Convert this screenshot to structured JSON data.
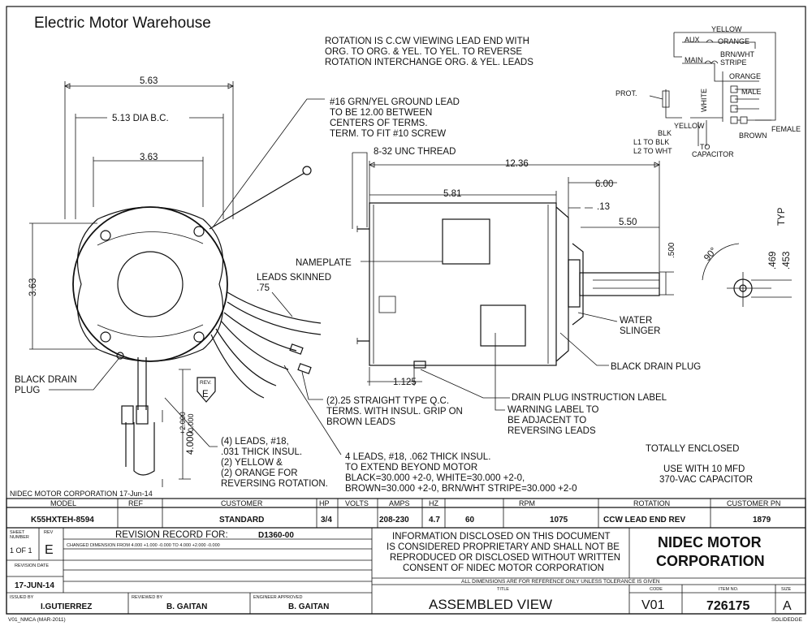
{
  "header": {
    "title": "Electric Motor Warehouse"
  },
  "rotation_note": [
    "ROTATION IS C.CW VIEWING LEAD END WITH",
    "ORG. TO ORG. & YEL. TO YEL. TO REVERSE",
    "ROTATION INTERCHANGE ORG. & YEL. LEADS"
  ],
  "wiring": {
    "yellow": "YELLOW",
    "aux": "AUX",
    "orange1": "ORANGE",
    "main": "MAIN",
    "brn_wht": "BRN/WHT",
    "stripe": "STRIPE",
    "orange2": "ORANGE",
    "male": "MALE",
    "prot": "PROT.",
    "white": "WHITE",
    "yellow2": "YELLOW",
    "blk": "BLK",
    "l1": "L1 TO BLK",
    "l2": "L2 TO WHT",
    "female": "FEMALE",
    "brown": "BROWN",
    "to": "TO",
    "capacitor": "CAPACITOR"
  },
  "end_view": {
    "dim_563": "5.63",
    "dim_513": "5.13 DIA B.C.",
    "dim_363h": "3.63",
    "dim_363v": "3.63",
    "ground_note": [
      "#16 GRN/YEL GROUND LEAD",
      "TO BE 12.00 BETWEEN",
      "CENTERS OF TERMS.",
      "TERM. TO FIT #10 SCREW"
    ],
    "leads_skinned": "LEADS SKINNED",
    "leads_skinned_dim": ".75",
    "drain_plug": [
      "BLACK DRAIN",
      "PLUG"
    ],
    "rev_label": "REV.",
    "rev_letter": "E",
    "tol_plus": "+2.000",
    "tol_minus": "-0.000",
    "dim_4000": "4.000",
    "leads4_note": [
      "(4) LEADS, #18,",
      ".031 THICK INSUL.",
      "(2) YELLOW &",
      "(2) ORANGE FOR",
      "REVERSING ROTATION."
    ],
    "qc_note": [
      "(2).25 STRAIGHT TYPE Q.C.",
      "TERMS. WITH INSUL. GRIP ON",
      "BROWN LEADS"
    ],
    "leads062_note": [
      "4 LEADS, #18, .062 THICK INSUL.",
      "TO EXTEND BEYOND MOTOR",
      "BLACK=30.000 +2-0, WHITE=30.000 +2-0,",
      "BROWN=30.000 +2-0, BRN/WHT STRIPE=30.000 +2-0"
    ]
  },
  "side_view": {
    "thread": "8-32 UNC THREAD",
    "dim_1236": "12.36",
    "dim_600": "6.00",
    "dim_581": "5.81",
    "dim_013": ".13",
    "dim_550": "5.50",
    "dim_500": ".500",
    "nameplate": "NAMEPLATE",
    "water_slinger": [
      "WATER",
      "SLINGER"
    ],
    "black_drain_plug": "BLACK DRAIN PLUG",
    "dim_1125": "1.125",
    "drain_instr": "DRAIN PLUG INSTRUCTION LABEL",
    "warning": [
      "WARNING LABEL TO",
      "BE ADJACENT TO",
      "REVERSING LEADS"
    ],
    "angle": "90°",
    "typ": "TYP",
    "dim_469": ".469",
    "dim_453": ".453",
    "enclosed": "TOTALLY ENCLOSED",
    "capacitor_note": [
      "USE WITH 10 MFD",
      "370-VAC CAPACITOR"
    ]
  },
  "title_block": {
    "maker_date": "NIDEC MOTOR CORPORATION 17-Jun-14",
    "headers": [
      "MODEL",
      "REF",
      "CUSTOMER",
      "HP",
      "VOLTS",
      "AMPS",
      "HZ",
      "RPM",
      "ROTATION",
      "CUSTOMER PN"
    ],
    "values": [
      "K55HXTEH-8594",
      "",
      "STANDARD",
      "3/4",
      "208-230",
      "4.7",
      "60",
      "1075",
      "CCW LEAD END REV",
      "1879"
    ],
    "sheet_number_label": [
      "SHEET",
      "NUMBER"
    ],
    "sheet_value": "1 OF 1",
    "rev_label": "REV",
    "rev_value": "E",
    "revision_record_label": "REVISION RECORD FOR:",
    "revision_record_value": "D1360-00",
    "change_note": "CHANGED DIMENSION FROM 4.000 +1.000 -0.000 TO 4.000 +2.000 -0.000",
    "revision_date_label": "REVISION DATE",
    "revision_date": "17-JUN-14",
    "issued_by_label": "ISSUED BY",
    "issued_by": "I.GUTIERREZ",
    "reviewed_by_label": "REVIEWED BY",
    "reviewed_by": "B. GAITAN",
    "engineer_label": "ENGINEER APPROVED",
    "engineer": "B. GAITAN",
    "proprietary": [
      "INFORMATION DISCLOSED ON THIS DOCUMENT",
      "IS CONSIDERED PROPRIETARY AND SHALL NOT BE",
      "REPRODUCED OR DISCLOSED WITHOUT WRITTEN",
      "CONSENT OF NIDEC MOTOR CORPORATION"
    ],
    "company": [
      "NIDEC MOTOR",
      "CORPORATION"
    ],
    "reference_note": "ALL DIMENSIONS ARE FOR REFERENCE ONLY UNLESS TOLERANCE IS GIVEN",
    "title_label": "TITLE",
    "title": "ASSEMBLED VIEW",
    "code_label": "CODE",
    "code": "V01",
    "item_label": "ITEM NO.",
    "item": "726175",
    "size_label": "SIZE",
    "size": "A",
    "form": "V01_NMCA (MAR-2011)",
    "software": "SOLIDEDGE"
  }
}
